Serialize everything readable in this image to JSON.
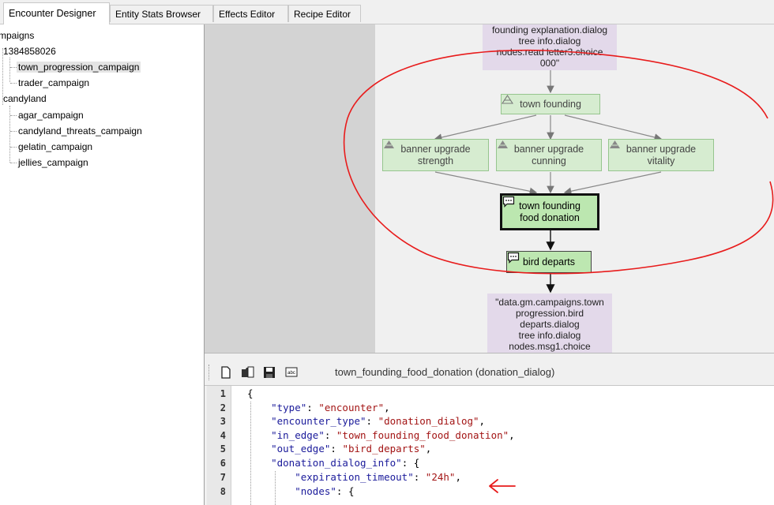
{
  "tabs": [
    {
      "label": "Encounter Designer",
      "active": true
    },
    {
      "label": "Entity Stats Browser",
      "active": false
    },
    {
      "label": "Effects Editor",
      "active": false
    },
    {
      "label": "Recipe Editor",
      "active": false
    }
  ],
  "tree": {
    "root": "mpaigns",
    "groups": [
      {
        "label": "1384858026",
        "children": [
          "town_progression_campaign",
          "trader_campaign"
        ]
      },
      {
        "label": "candyland",
        "children": [
          "agar_campaign",
          "candyland_threats_campaign",
          "gelatin_campaign",
          "jellies_campaign"
        ]
      }
    ],
    "selected": "town_progression_campaign"
  },
  "graph": {
    "top_data_node": [
      "founding explanation.dialog",
      "tree info.dialog",
      "nodes.read letter3.choice",
      "000\""
    ],
    "town_founding": "town founding",
    "banners": [
      {
        "line1": "banner upgrade",
        "line2": "strength"
      },
      {
        "line1": "banner upgrade",
        "line2": "cunning"
      },
      {
        "line1": "banner upgrade",
        "line2": "vitality"
      }
    ],
    "food_donation": {
      "line1": "town founding",
      "line2": "food donation"
    },
    "bird_departs": "bird departs",
    "bottom_data_node": [
      "\"data.gm.campaigns.town",
      "progression.bird",
      "departs.dialog",
      "tree info.dialog",
      "nodes.msg1.choice"
    ]
  },
  "editor": {
    "title": "town_founding_food_donation (donation_dialog)",
    "toolbar_icons": [
      "new-file-icon",
      "open-folder-icon",
      "save-icon",
      "spellcheck-icon"
    ],
    "line_numbers": [
      "1",
      "2",
      "3",
      "4",
      "5",
      "6",
      "7",
      "8"
    ],
    "lines": {
      "l1": "{",
      "l2k": "\"type\"",
      "l2v": "\"encounter\"",
      "l3k": "\"encounter_type\"",
      "l3v": "\"donation_dialog\"",
      "l4k": "\"in_edge\"",
      "l4v": "\"town_founding_food_donation\"",
      "l5k": "\"out_edge\"",
      "l5v": "\"bird_departs\"",
      "l6k": "\"donation_dialog_info\"",
      "l6v": "{",
      "l7k": "\"expiration_timeout\"",
      "l7v": "\"24h\"",
      "l8k": "\"nodes\"",
      "l8v": "{"
    }
  },
  "colors": {
    "node_fill": "#d6ecd0",
    "data_node_fill": "#e3d9ea",
    "annotation_red": "#e81c1c",
    "json_key": "#1a1a9a",
    "json_string": "#a31515"
  }
}
